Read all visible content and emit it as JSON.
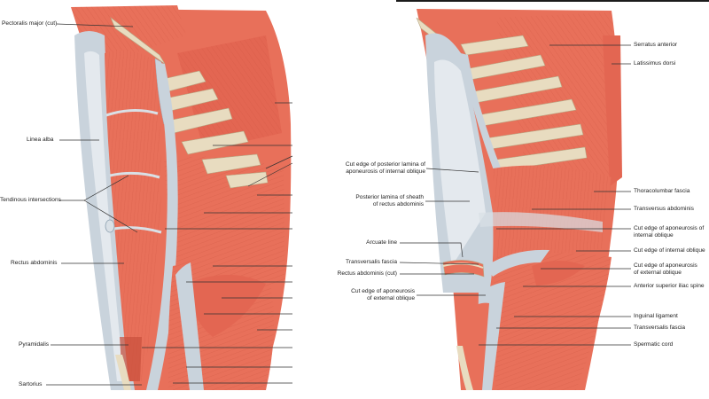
{
  "left_panel": {
    "labels": {
      "pectoralis_major_cut": "Pectoralis major (cut)",
      "linea_alba": "Linea alba",
      "tendinous_intersections": "Tendinous intersections",
      "rectus_abdominis": "Rectus abdominis",
      "pyramidalis": "Pyramidalis",
      "sartorius": "Sartorius"
    }
  },
  "right_panel": {
    "labels": {
      "serratus_anterior": "Serratus anterior",
      "latissimus_dorsi": "Latissimus dorsi",
      "cut_edge_posterior_lamina_1": "Cut edge of posterior lamina of",
      "cut_edge_posterior_lamina_2": "aponeurosis of internal oblique",
      "posterior_lamina_sheath_1": "Posterior lamina of sheath",
      "posterior_lamina_sheath_2": "of rectus abdominis",
      "arcuate_line": "Arcuate line",
      "transversalis_fascia": "Transversalis fascia",
      "rectus_abdominis_cut": "Rectus abdominis (cut)",
      "cut_edge_external_oblique_left_1": "Cut edge of aponeurosis",
      "cut_edge_external_oblique_left_2": "of external oblique",
      "thoracolumbar_fascia": "Thoracolumbar fascia",
      "transversus_abdominis": "Transversus abdominis",
      "cut_edge_internal_oblique_apo_1": "Cut edge of aponeurosis of",
      "cut_edge_internal_oblique_apo_2": "internal oblique",
      "cut_edge_internal_oblique": "Cut edge of internal oblique",
      "cut_edge_external_oblique_right_1": "Cut edge of aponeurosis",
      "cut_edge_external_oblique_right_2": "of external oblique",
      "anterior_superior_iliac_spine": "Anterior superior iliac spine",
      "inguinal_ligament": "Inguinal ligament",
      "transversalis_fascia_lower": "Transversalis fascia",
      "spermatic_cord": "Spermatic cord"
    }
  },
  "colors": {
    "muscle": "#e8705a",
    "muscle_dark": "#c9503c",
    "muscle_light": "#f29a82",
    "fascia": "#c9d3dc",
    "fascia_light": "#e4e9ee",
    "bone": "#e8dcc0",
    "leader": "#333333"
  }
}
